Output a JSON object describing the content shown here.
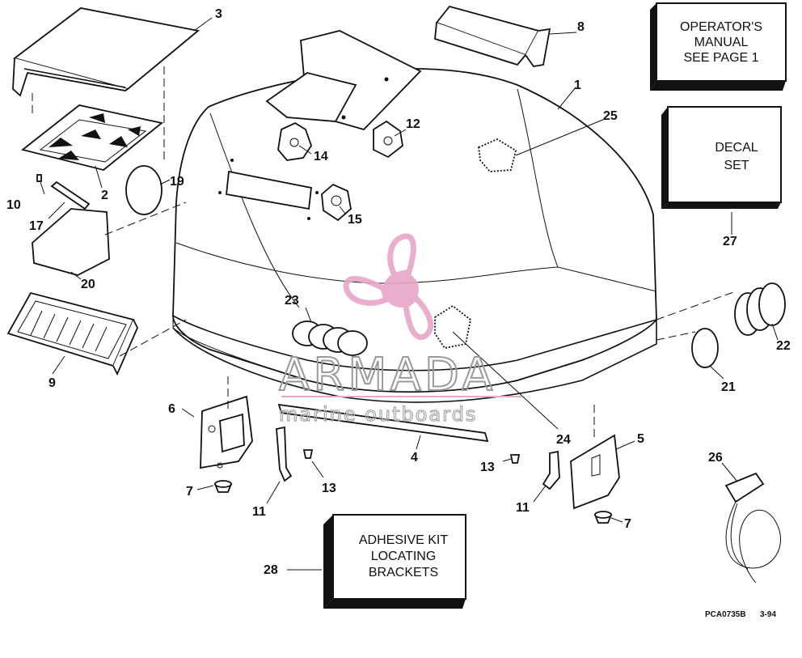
{
  "diagram": {
    "part_labels": [
      "1",
      "2",
      "3",
      "4",
      "5",
      "6",
      "7",
      "7",
      "8",
      "9",
      "10",
      "11",
      "11",
      "12",
      "13",
      "13",
      "14",
      "15",
      "17",
      "19",
      "20",
      "21",
      "22",
      "23",
      "24",
      "25",
      "26",
      "27",
      "28"
    ],
    "boxes": {
      "operators_manual": [
        "OPERATOR'S",
        "MANUAL",
        "SEE PAGE 1"
      ],
      "decal_set": [
        "DECAL",
        "SET"
      ],
      "adhesive_kit": [
        "ADHESIVE KIT",
        "LOCATING",
        "BRACKETS"
      ]
    },
    "reference_code": "PCA0735B",
    "reference_date": "3-94"
  },
  "watermark": {
    "brand": "ARMADA",
    "tagline": "marine outboards",
    "brand_color": "#e8a6c8"
  }
}
